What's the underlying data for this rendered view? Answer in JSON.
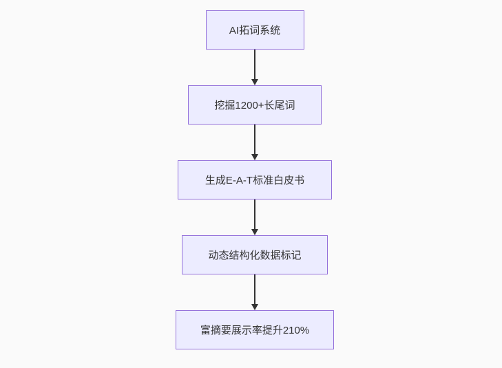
{
  "diagram": {
    "type": "flowchart",
    "direction": "top-down",
    "nodes": [
      {
        "id": "node-1",
        "label": "AI拓词系统"
      },
      {
        "id": "node-2",
        "label": "挖掘1200+长尾词"
      },
      {
        "id": "node-3",
        "label": "生成E-A-T标准白皮书"
      },
      {
        "id": "node-4",
        "label": "动态结构化数据标记"
      },
      {
        "id": "node-5",
        "label": "富摘要展示率提升210%"
      }
    ],
    "edges": [
      {
        "from": "node-1",
        "to": "node-2"
      },
      {
        "from": "node-2",
        "to": "node-3"
      },
      {
        "from": "node-3",
        "to": "node-4"
      },
      {
        "from": "node-4",
        "to": "node-5"
      }
    ]
  },
  "colors": {
    "background": "#fafafa",
    "node_fill": "#ECECFF",
    "node_border": "#9370DB",
    "node_text": "#333333",
    "arrow": "#333333"
  }
}
